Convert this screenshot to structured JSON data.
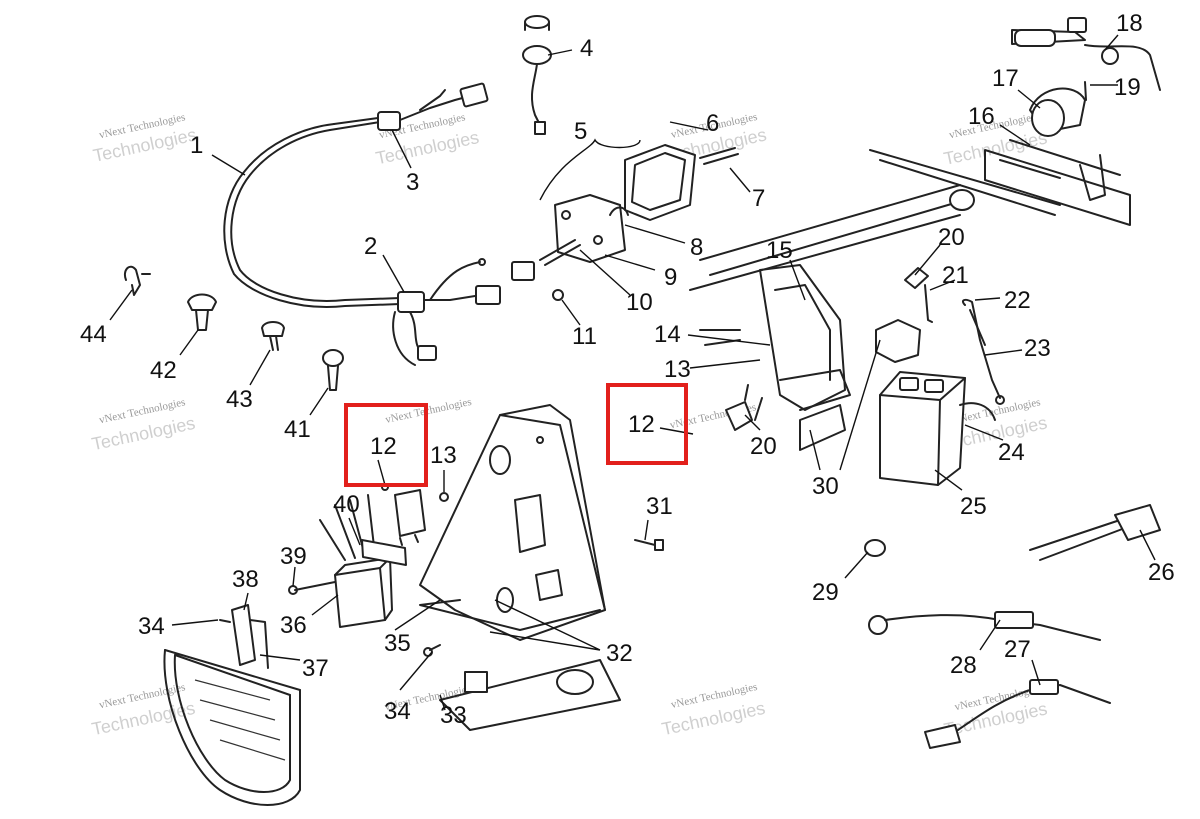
{
  "watermark": {
    "line1": "vNext Technologies",
    "line2": "Technologies",
    "prefix": "vNext"
  },
  "callouts": {
    "c1": "1",
    "c2": "2",
    "c3": "3",
    "c4": "4",
    "c5": "5",
    "c6": "6",
    "c7": "7",
    "c8": "8",
    "c9": "9",
    "c10": "10",
    "c11": "11",
    "c12a": "12",
    "c12b": "12",
    "c13a": "13",
    "c13b": "13",
    "c14": "14",
    "c15": "15",
    "c16": "16",
    "c17": "17",
    "c18": "18",
    "c19": "19",
    "c20a": "20",
    "c20b": "20",
    "c21": "21",
    "c22": "22",
    "c23": "23",
    "c24": "24",
    "c25": "25",
    "c26": "26",
    "c27": "27",
    "c28": "28",
    "c29": "29",
    "c30": "30",
    "c31": "31",
    "c32": "32",
    "c33": "33",
    "c34a": "34",
    "c34b": "34",
    "c35": "35",
    "c36": "36",
    "c37": "37",
    "c38": "38",
    "c39": "39",
    "c40": "40",
    "c41": "41",
    "c42": "42",
    "c43": "43",
    "c44": "44"
  },
  "highlight_color": "#e2201c"
}
